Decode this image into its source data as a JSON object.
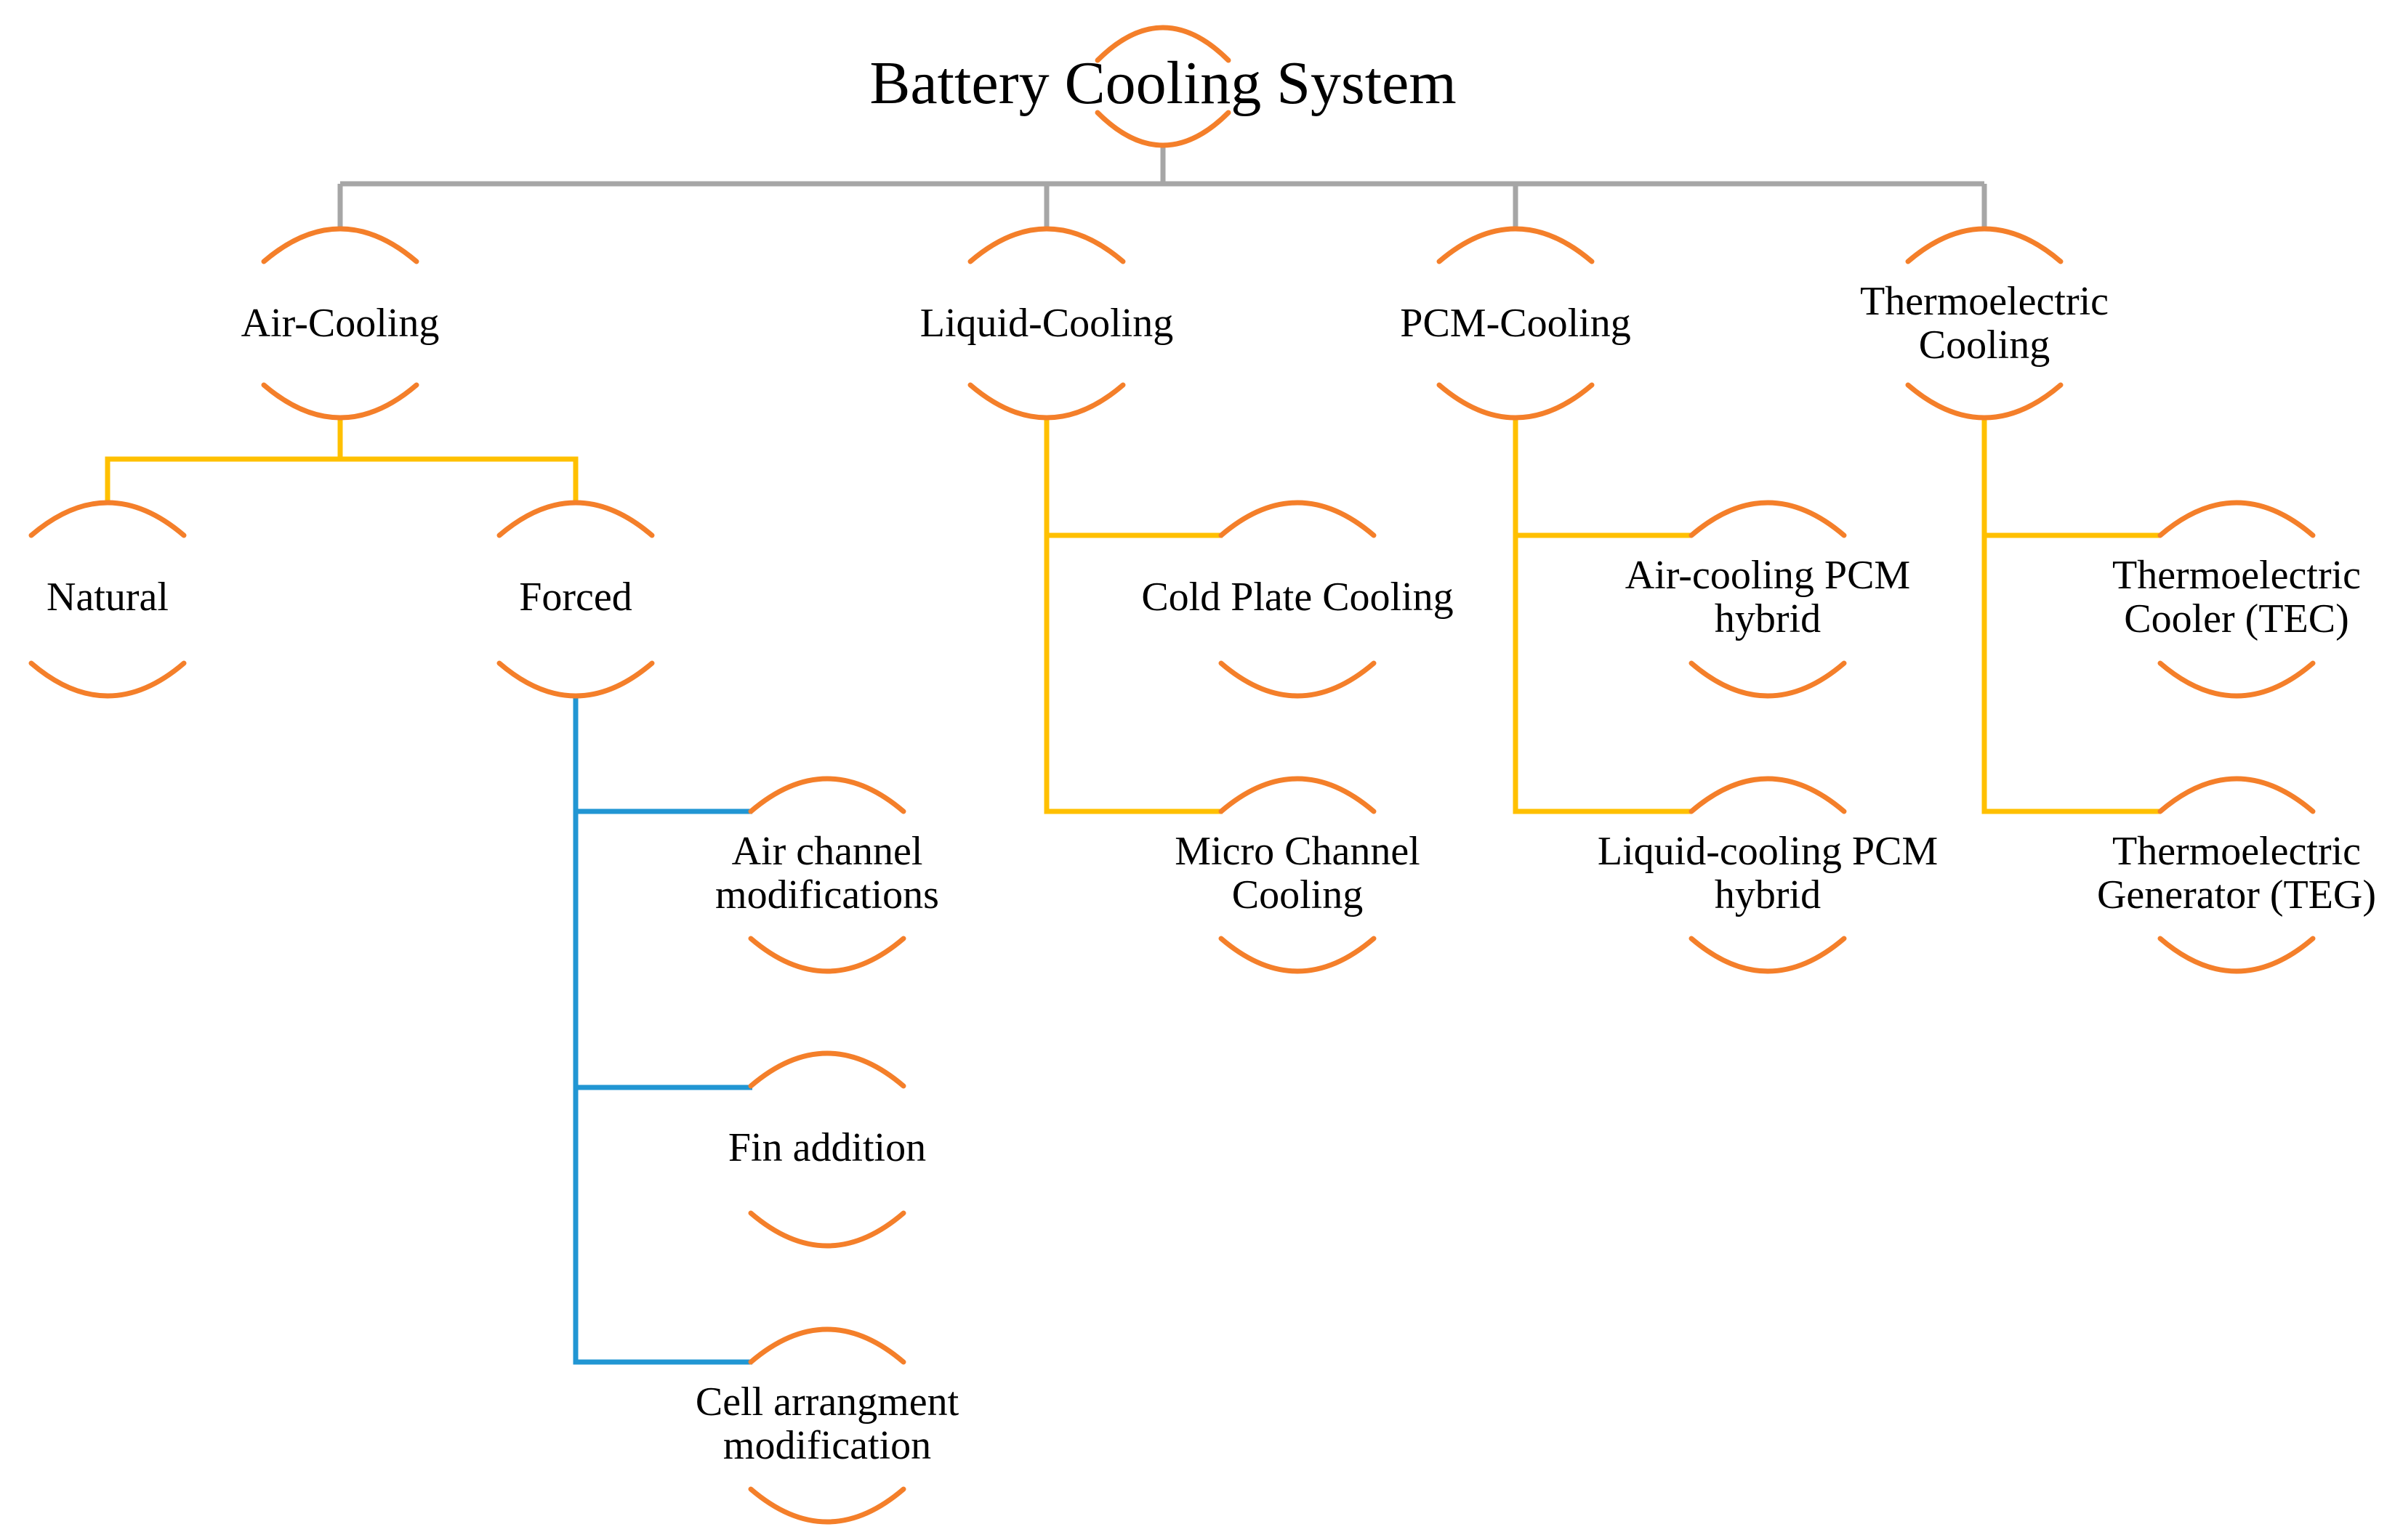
{
  "colors": {
    "root_connector": "#a6a6a6",
    "branch_connector": "#ffc000",
    "forced_connector": "#2196d3",
    "node_arc": "#f47f2a"
  },
  "root": {
    "label": "Battery Cooling System"
  },
  "categories": {
    "air": {
      "label_lines": [
        "Air-Cooling"
      ]
    },
    "liquid": {
      "label_lines": [
        "Liquid-Cooling"
      ]
    },
    "pcm": {
      "label_lines": [
        "PCM-Cooling"
      ]
    },
    "thermo": {
      "label_lines": [
        "Thermoelectric",
        "Cooling"
      ]
    }
  },
  "air_types": {
    "natural": {
      "label_lines": [
        "Natural"
      ]
    },
    "forced": {
      "label_lines": [
        "Forced"
      ]
    }
  },
  "forced_methods": {
    "channel": {
      "label_lines": [
        "Air channel",
        "modifications"
      ]
    },
    "fin": {
      "label_lines": [
        "Fin addition"
      ]
    },
    "cell": {
      "label_lines": [
        "Cell arrangment",
        "modification"
      ]
    }
  },
  "liquid_types": {
    "cold_plate": {
      "label_lines": [
        "Cold Plate Cooling"
      ]
    },
    "micro_channel": {
      "label_lines": [
        "Micro Channel",
        "Cooling"
      ]
    }
  },
  "pcm_types": {
    "air_hybrid": {
      "label_lines": [
        "Air-cooling PCM",
        "hybrid"
      ]
    },
    "liquid_hybrid": {
      "label_lines": [
        "Liquid-cooling PCM",
        "hybrid"
      ]
    }
  },
  "thermo_types": {
    "tec": {
      "label_lines": [
        "Thermoelectric",
        "Cooler (TEC)"
      ]
    },
    "teg": {
      "label_lines": [
        "Thermoelectric",
        "Generator (TEG)"
      ]
    }
  }
}
